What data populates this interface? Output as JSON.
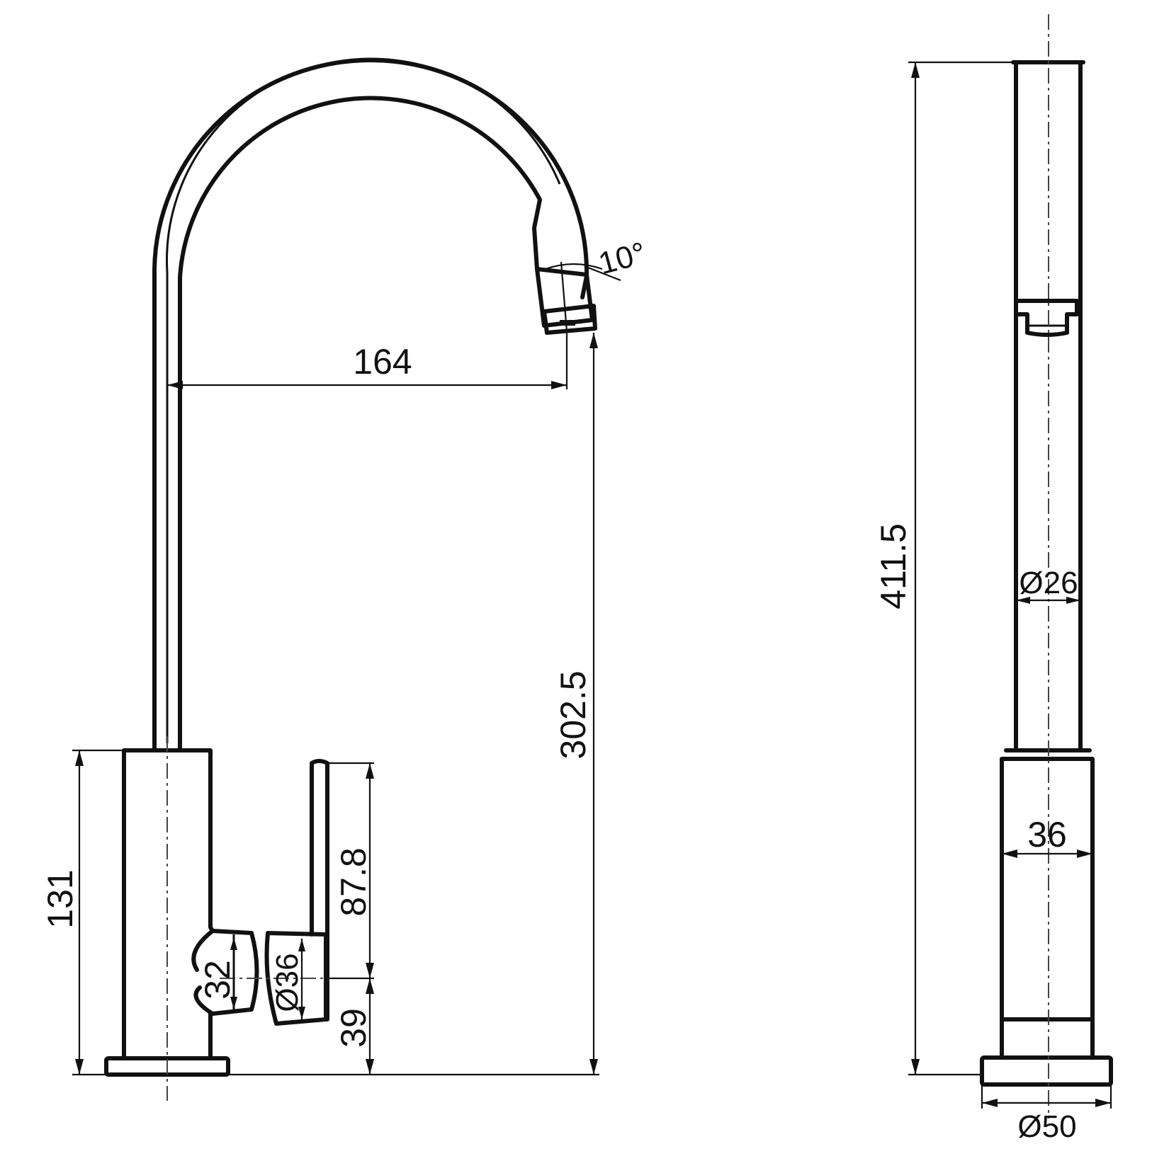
{
  "dimensions": {
    "spout_reach": "164",
    "spout_height": "302.5",
    "spout_angle": "10°",
    "total_height": "411.5",
    "body_height": "131",
    "handle_height": "87.8",
    "handle_base_offset": "39",
    "lever_hub_height": "32",
    "lever_diameter": "Ø36",
    "spout_diameter": "Ø26",
    "body_width": "36",
    "base_diameter": "Ø50"
  },
  "colors": {
    "line": "#111111",
    "background": "#ffffff"
  }
}
